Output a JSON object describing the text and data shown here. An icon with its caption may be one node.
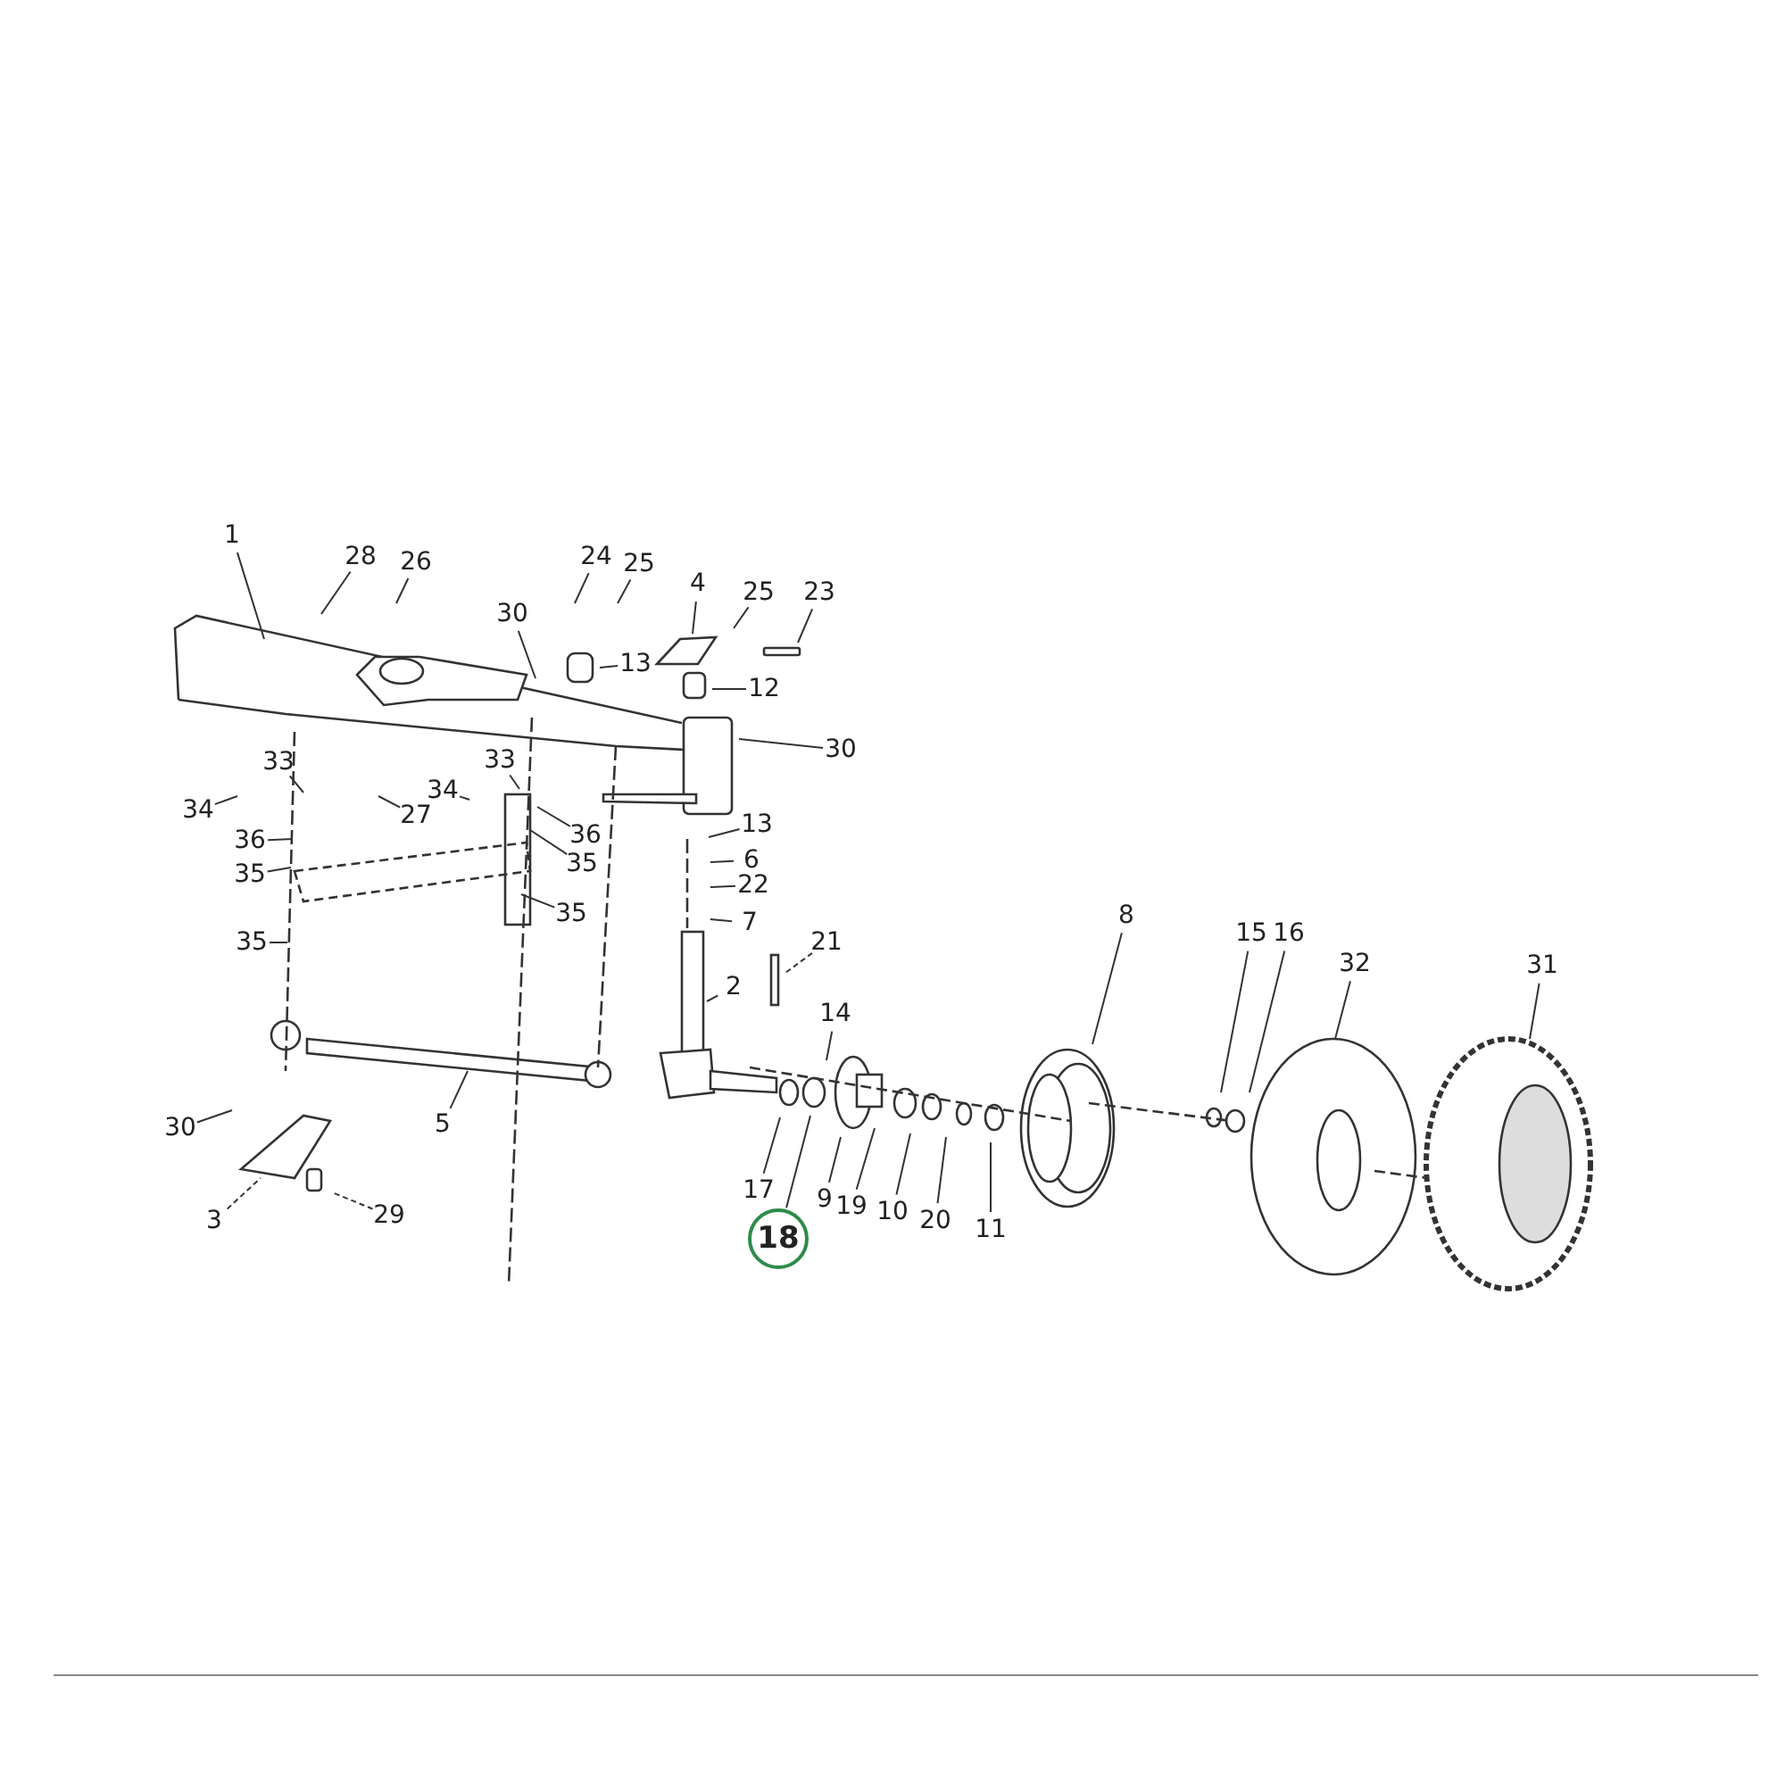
{
  "diagram": {
    "nodes": [
      {
        "text": [
          "1"
        ]
      },
      {
        "text": [
          "28"
        ]
      },
      {
        "text": [
          "26"
        ]
      },
      {
        "text": [
          "24"
        ]
      },
      {
        "text": [
          "25"
        ]
      },
      {
        "text": [
          "4"
        ]
      },
      {
        "text": [
          "25"
        ]
      },
      {
        "text": [
          "23"
        ]
      },
      {
        "text": [
          "30"
        ]
      },
      {
        "text": [
          "13"
        ]
      },
      {
        "text": [
          "12"
        ]
      },
      {
        "text": [
          "30"
        ]
      },
      {
        "text": [
          "33"
        ]
      },
      {
        "text": [
          "33"
        ]
      },
      {
        "text": [
          "34"
        ]
      },
      {
        "text": [
          "27"
        ]
      },
      {
        "text": [
          "34"
        ]
      },
      {
        "text": [
          "36"
        ]
      },
      {
        "text": [
          "36"
        ]
      },
      {
        "text": [
          "35"
        ]
      },
      {
        "text": [
          "35"
        ]
      },
      {
        "text": [
          "35"
        ]
      },
      {
        "text": [
          "35"
        ]
      },
      {
        "text": [
          "13"
        ]
      },
      {
        "text": [
          "6"
        ]
      },
      {
        "text": [
          "22"
        ]
      },
      {
        "text": [
          "7"
        ]
      },
      {
        "text": [
          "21"
        ]
      },
      {
        "text": [
          "2"
        ]
      },
      {
        "text": [
          "14"
        ]
      },
      {
        "text": [
          "5"
        ]
      },
      {
        "text": [
          "30"
        ]
      },
      {
        "text": [
          "3"
        ]
      },
      {
        "text": [
          "29"
        ]
      },
      {
        "text": [
          "17"
        ]
      },
      {
        "text": [
          "18"
        ]
      },
      {
        "text": [
          "9"
        ]
      },
      {
        "text": [
          "19"
        ]
      },
      {
        "text": [
          "10"
        ]
      },
      {
        "text": [
          "20"
        ]
      },
      {
        "text": [
          "11"
        ]
      },
      {
        "text": [
          "8"
        ]
      },
      {
        "text": [
          "15"
        ]
      },
      {
        "text": [
          "16"
        ]
      },
      {
        "text": [
          "32"
        ]
      },
      {
        "text": [
          "31"
        ]
      }
    ],
    "edges": [
      {
        "from": 0,
        "to": null,
        "arrow": "none"
      },
      {
        "from": 1,
        "to": null,
        "arrow": "none"
      },
      {
        "from": 2,
        "to": null,
        "arrow": "none"
      },
      {
        "from": 3,
        "to": null,
        "arrow": "none"
      },
      {
        "from": 4,
        "to": null,
        "arrow": "none"
      },
      {
        "from": 5,
        "to": null,
        "arrow": "none"
      },
      {
        "from": 6,
        "to": null,
        "arrow": "none"
      },
      {
        "from": 7,
        "to": null,
        "arrow": "none"
      },
      {
        "from": 8,
        "to": null,
        "arrow": "none"
      },
      {
        "from": 9,
        "to": null,
        "arrow": "none"
      },
      {
        "from": 10,
        "to": null,
        "arrow": "none"
      },
      {
        "from": 11,
        "to": null,
        "arrow": "none"
      },
      {
        "from": 12,
        "to": null,
        "arrow": "none"
      },
      {
        "from": 13,
        "to": null,
        "arrow": "none"
      },
      {
        "from": 14,
        "to": null,
        "arrow": "none"
      },
      {
        "from": 15,
        "to": null,
        "arrow": "none"
      },
      {
        "from": 16,
        "to": null,
        "arrow": "none"
      },
      {
        "from": 17,
        "to": null,
        "arrow": "none"
      },
      {
        "from": 18,
        "to": null,
        "arrow": "none"
      },
      {
        "from": 19,
        "to": null,
        "arrow": "none"
      },
      {
        "from": 20,
        "to": null,
        "arrow": "none"
      },
      {
        "from": 21,
        "to": null,
        "arrow": "none"
      },
      {
        "from": 22,
        "to": null,
        "arrow": "none"
      },
      {
        "from": 23,
        "to": null,
        "arrow": "none"
      },
      {
        "from": 24,
        "to": null,
        "arrow": "none"
      },
      {
        "from": 25,
        "to": null,
        "arrow": "none"
      },
      {
        "from": 26,
        "to": null,
        "arrow": "none"
      },
      {
        "from": 27,
        "to": null,
        "arrow": "none",
        "style": "dashed"
      },
      {
        "from": 28,
        "to": null,
        "arrow": "none"
      },
      {
        "from": 29,
        "to": null,
        "arrow": "none"
      },
      {
        "from": 30,
        "to": null,
        "arrow": "none"
      },
      {
        "from": 31,
        "to": null,
        "arrow": "none"
      },
      {
        "from": 32,
        "to": null,
        "arrow": "none",
        "style": "dashed"
      },
      {
        "from": 33,
        "to": null,
        "arrow": "none",
        "style": "dashed"
      },
      {
        "from": 34,
        "to": null,
        "arrow": "none"
      },
      {
        "from": 35,
        "to": null,
        "arrow": "none"
      },
      {
        "from": 36,
        "to": null,
        "arrow": "none"
      },
      {
        "from": 37,
        "to": null,
        "arrow": "none"
      },
      {
        "from": 38,
        "to": null,
        "arrow": "none"
      },
      {
        "from": 39,
        "to": null,
        "arrow": "none"
      },
      {
        "from": 40,
        "to": null,
        "arrow": "none"
      },
      {
        "from": 41,
        "to": null,
        "arrow": "none"
      },
      {
        "from": 42,
        "to": null,
        "arrow": "none"
      },
      {
        "from": 43,
        "to": null,
        "arrow": "none"
      },
      {
        "from": 44,
        "to": null,
        "arrow": "none"
      },
      {
        "from": 45,
        "to": null,
        "arrow": "none"
      }
    ]
  }
}
